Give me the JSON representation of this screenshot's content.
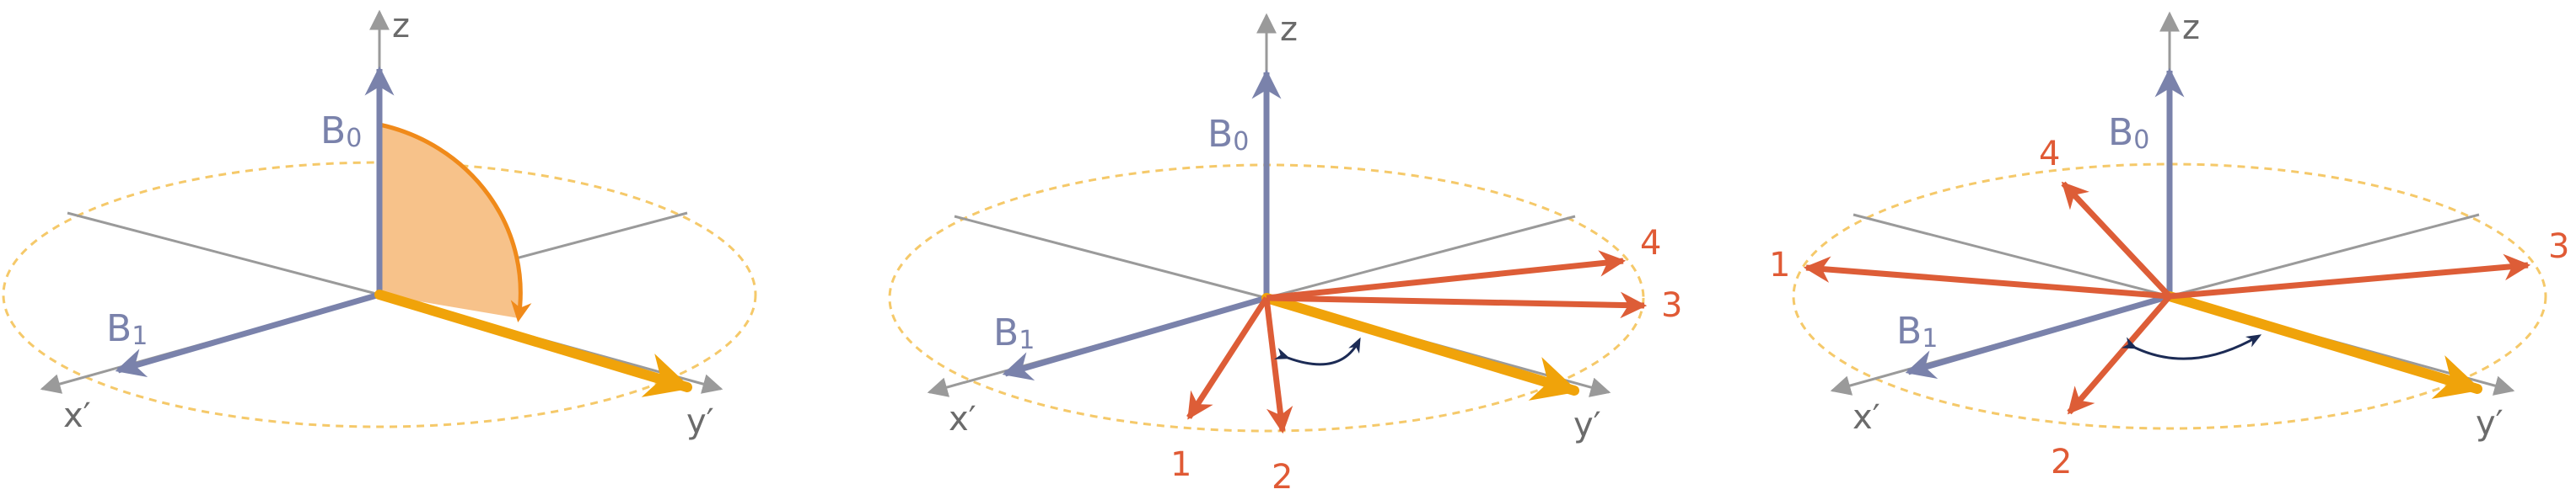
{
  "colors": {
    "axis": "#9a9a9a",
    "field_vector": "#7a82ab",
    "magnetization": "#f0a30a",
    "spins": "#dd5d37",
    "ellipse": "#f5c96a",
    "wedge_fill": "#f7c28a",
    "arc": "#f08a1a",
    "rotation_arrow": "#1c2b55"
  },
  "panels": [
    {
      "z_label": "z",
      "x_label": "x′",
      "y_label": "y′",
      "b0_label": "B",
      "b0_sub": "0",
      "b1_label": "B",
      "b1_sub": "1",
      "spin_labels": []
    },
    {
      "z_label": "z",
      "x_label": "x′",
      "y_label": "y′",
      "b0_label": "B",
      "b0_sub": "0",
      "b1_label": "B",
      "b1_sub": "1",
      "spin_labels": [
        "1",
        "2",
        "3",
        "4"
      ]
    },
    {
      "z_label": "z",
      "x_label": "x′",
      "y_label": "y′",
      "b0_label": "B",
      "b0_sub": "0",
      "b1_label": "B",
      "b1_sub": "1",
      "spin_labels": [
        "1",
        "2",
        "3",
        "4"
      ]
    }
  ]
}
